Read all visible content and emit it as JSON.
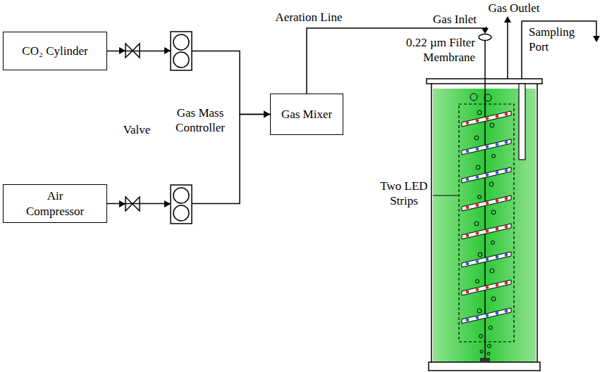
{
  "diagram": {
    "nodes": [
      {
        "text": [
          "CO₂ Cylinder"
        ]
      },
      {
        "text": [
          "Air Compressor"
        ]
      },
      {
        "text": [
          "Gas Mixer"
        ]
      }
    ],
    "edges": [
      {
        "from": 0,
        "to": 2,
        "arrow": "to"
      },
      {
        "from": 1,
        "to": 2,
        "arrow": "to"
      }
    ],
    "labels": [
      "Aeration Line",
      "Gas Inlet",
      "Gas Outlet",
      "0.22 µm Filter Membrane",
      "Sampling Port",
      "Valve",
      "Gas Mass Controller",
      "Two LED Strips"
    ]
  }
}
